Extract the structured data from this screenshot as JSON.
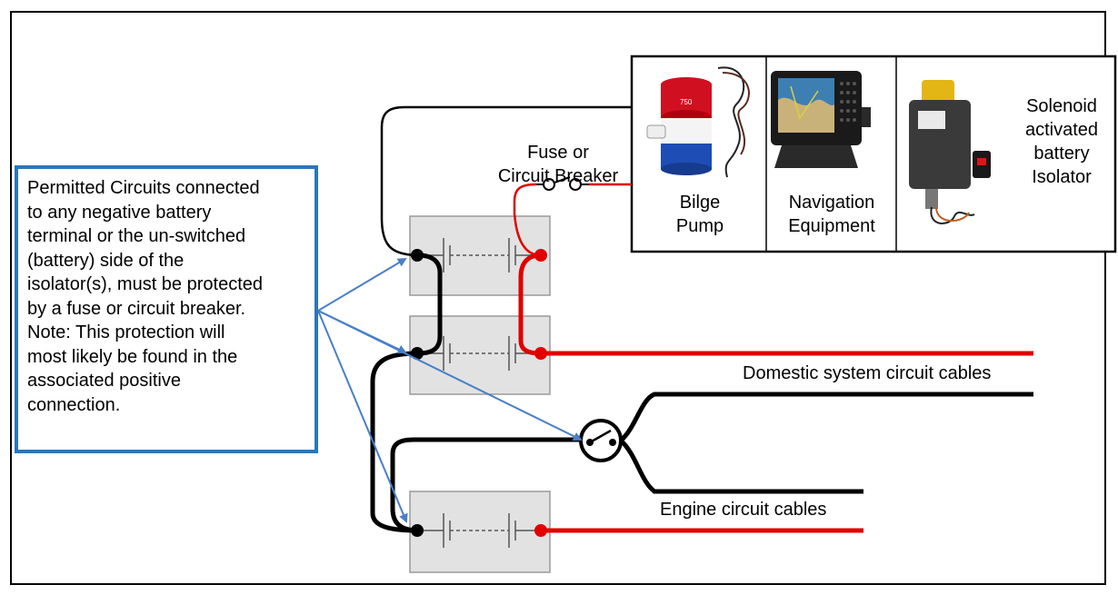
{
  "callout": {
    "lines": [
      "Permitted Circuits connected",
      "to any negative battery",
      "terminal or the un-switched",
      "(battery) side of the",
      "isolator(s), must be protected",
      "by a fuse or circuit breaker.",
      "Note: This protection will",
      "most likely be found in the",
      "associated positive",
      "connection."
    ]
  },
  "fuse_label": [
    "Fuse or",
    "Circuit Breaker"
  ],
  "equipment": [
    {
      "lines": [
        "Bilge",
        "Pump"
      ]
    },
    {
      "lines": [
        "Navigation",
        "Equipment"
      ]
    },
    {
      "lines": [
        "Solenoid",
        "activated",
        "battery",
        "Isolator"
      ]
    }
  ],
  "cables": {
    "domestic": "Domestic system circuit cables",
    "engine": "Engine circuit cables"
  },
  "colors": {
    "positive": "#e00000",
    "negative": "#000000",
    "arrow": "#4a7ec7",
    "callout_border": "#2e75b6",
    "battery_fill": "#e2e2e2"
  }
}
